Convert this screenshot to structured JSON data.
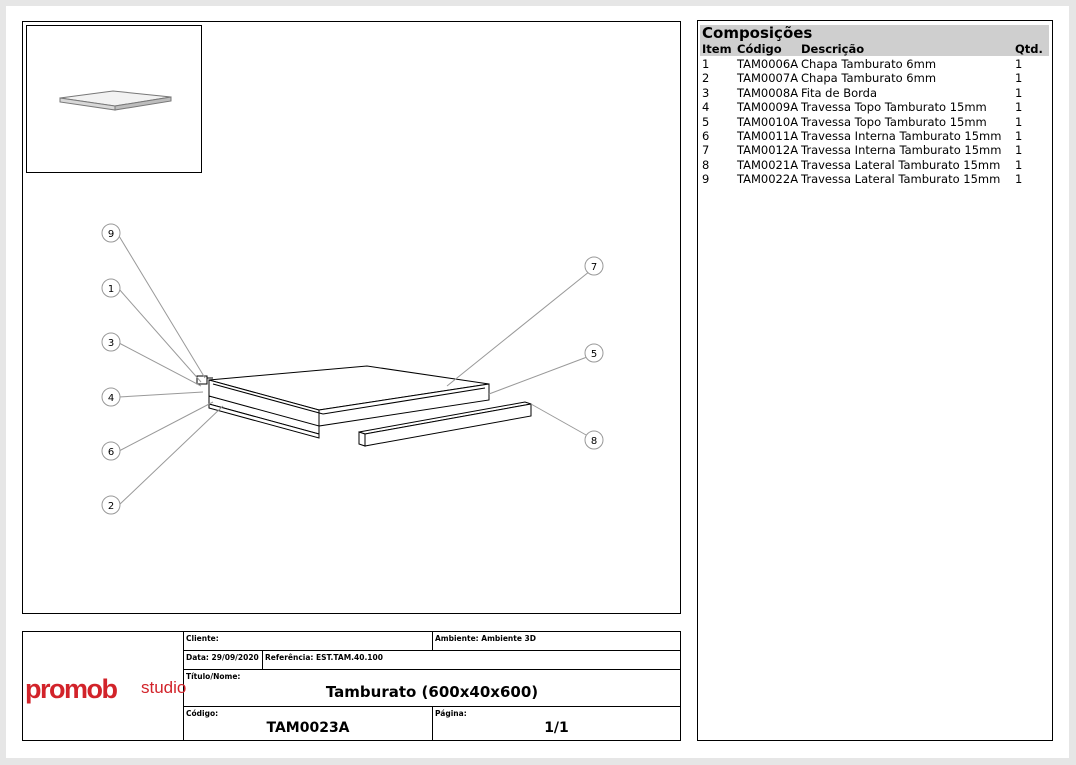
{
  "drawing": {
    "balloons": [
      "9",
      "1",
      "3",
      "4",
      "6",
      "2",
      "7",
      "5",
      "8"
    ]
  },
  "compositions": {
    "title": "Composições",
    "headers": {
      "item": "Item",
      "code": "Código",
      "description": "Descrição",
      "qty": "Qtd."
    },
    "rows": [
      {
        "item": "1",
        "code": "TAM0006A",
        "description": "Chapa Tamburato 6mm",
        "qty": "1"
      },
      {
        "item": "2",
        "code": "TAM0007A",
        "description": "Chapa Tamburato 6mm",
        "qty": "1"
      },
      {
        "item": "3",
        "code": "TAM0008A",
        "description": "Fita de Borda",
        "qty": "1"
      },
      {
        "item": "4",
        "code": "TAM0009A",
        "description": "Travessa Topo Tamburato 15mm",
        "qty": "1"
      },
      {
        "item": "5",
        "code": "TAM0010A",
        "description": "Travessa Topo Tamburato 15mm",
        "qty": "1"
      },
      {
        "item": "6",
        "code": "TAM0011A",
        "description": "Travessa Interna Tamburato 15mm",
        "qty": "1"
      },
      {
        "item": "7",
        "code": "TAM0012A",
        "description": "Travessa Interna Tamburato 15mm",
        "qty": "1"
      },
      {
        "item": "8",
        "code": "TAM0021A",
        "description": "Travessa Lateral Tamburato 15mm",
        "qty": "1"
      },
      {
        "item": "9",
        "code": "TAM0022A",
        "description": "Travessa Lateral Tamburato 15mm",
        "qty": "1"
      }
    ]
  },
  "title_block": {
    "logo_main": "promob",
    "logo_sub": "studio",
    "logo_color": "#d2232a",
    "client_label": "Cliente:",
    "environment_label": "Ambiente: Ambiente 3D",
    "date_label": "Data: 29/09/2020",
    "reference_label": "Referência: EST.TAM.40.100",
    "title_label": "Título/Nome:",
    "title_value": "Tamburato (600x40x600)",
    "code_label": "Código:",
    "code_value": "TAM0023A",
    "page_label": "Página:",
    "page_value": "1/1"
  }
}
